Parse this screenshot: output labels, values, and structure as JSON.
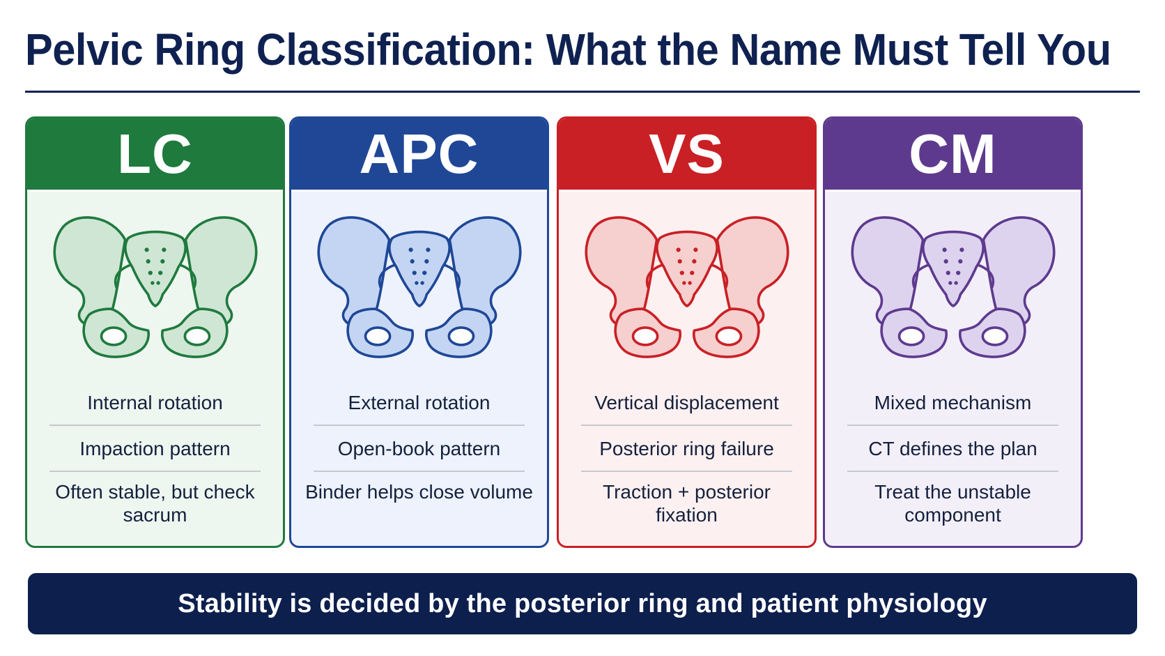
{
  "title": "Pelvic Ring Classification: What the Name Must Tell You",
  "cards": [
    {
      "abbr": "LC",
      "color": "#1f7a3e",
      "fill": "#cfe6d4",
      "bg": "#eef6f0",
      "lines": [
        "Internal rotation",
        "Impaction pattern",
        "Often stable, but check sacrum"
      ]
    },
    {
      "abbr": "APC",
      "color": "#1f4796",
      "fill": "#c3d5f3",
      "bg": "#edf2fc",
      "lines": [
        "External rotation",
        "Open-book pattern",
        "Binder helps close volume"
      ]
    },
    {
      "abbr": "VS",
      "color": "#c92025",
      "fill": "#f6cfcf",
      "bg": "#fdf0f0",
      "lines": [
        "Vertical displacement",
        "Posterior ring failure",
        "Traction + posterior fixation"
      ]
    },
    {
      "abbr": "CM",
      "color": "#5e3a8e",
      "fill": "#ddd3ee",
      "bg": "#f3eff9",
      "lines": [
        "Mixed mechanism",
        "CT defines the plan",
        "Treat the unstable component"
      ]
    }
  ],
  "footer": "Stability is decided by the posterior ring and patient physiology"
}
